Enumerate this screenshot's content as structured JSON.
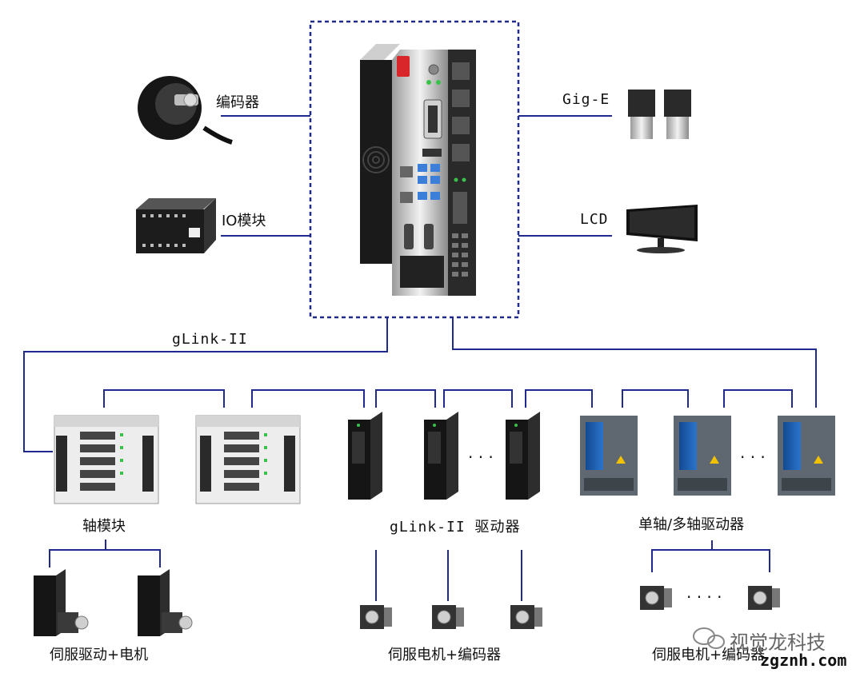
{
  "labels": {
    "encoder": "编码器",
    "io_module": "IO模块",
    "gig_e": "Gig-E",
    "lcd": "LCD",
    "glink_bus": "gLink-II",
    "axis_module": "轴模块",
    "glink_driver": "gLink-II 驱动器",
    "single_multi_axis_driver": "单轴/多轴驱动器",
    "servo_drive_motor": "伺服驱动+电机",
    "servo_motor_encoder": "伺服电机+编码器",
    "servo_motor_encoder_2": "伺服电机+编码器",
    "ellipsis_drivers": "· · ·",
    "ellipsis_multi": "· · ·",
    "ellipsis_motors": "· · · ·"
  },
  "watermark": {
    "brand": "视觉龙科技",
    "site": "zgznh.com"
  },
  "colors": {
    "line": "#1f2a8c",
    "dashed_box": "#1f2a8c",
    "device_dark": "#222222",
    "device_light": "#e6e6e6",
    "blue_panel": "#1e5fb3",
    "led_green": "#38c24a",
    "logo_red": "#d8262b"
  }
}
